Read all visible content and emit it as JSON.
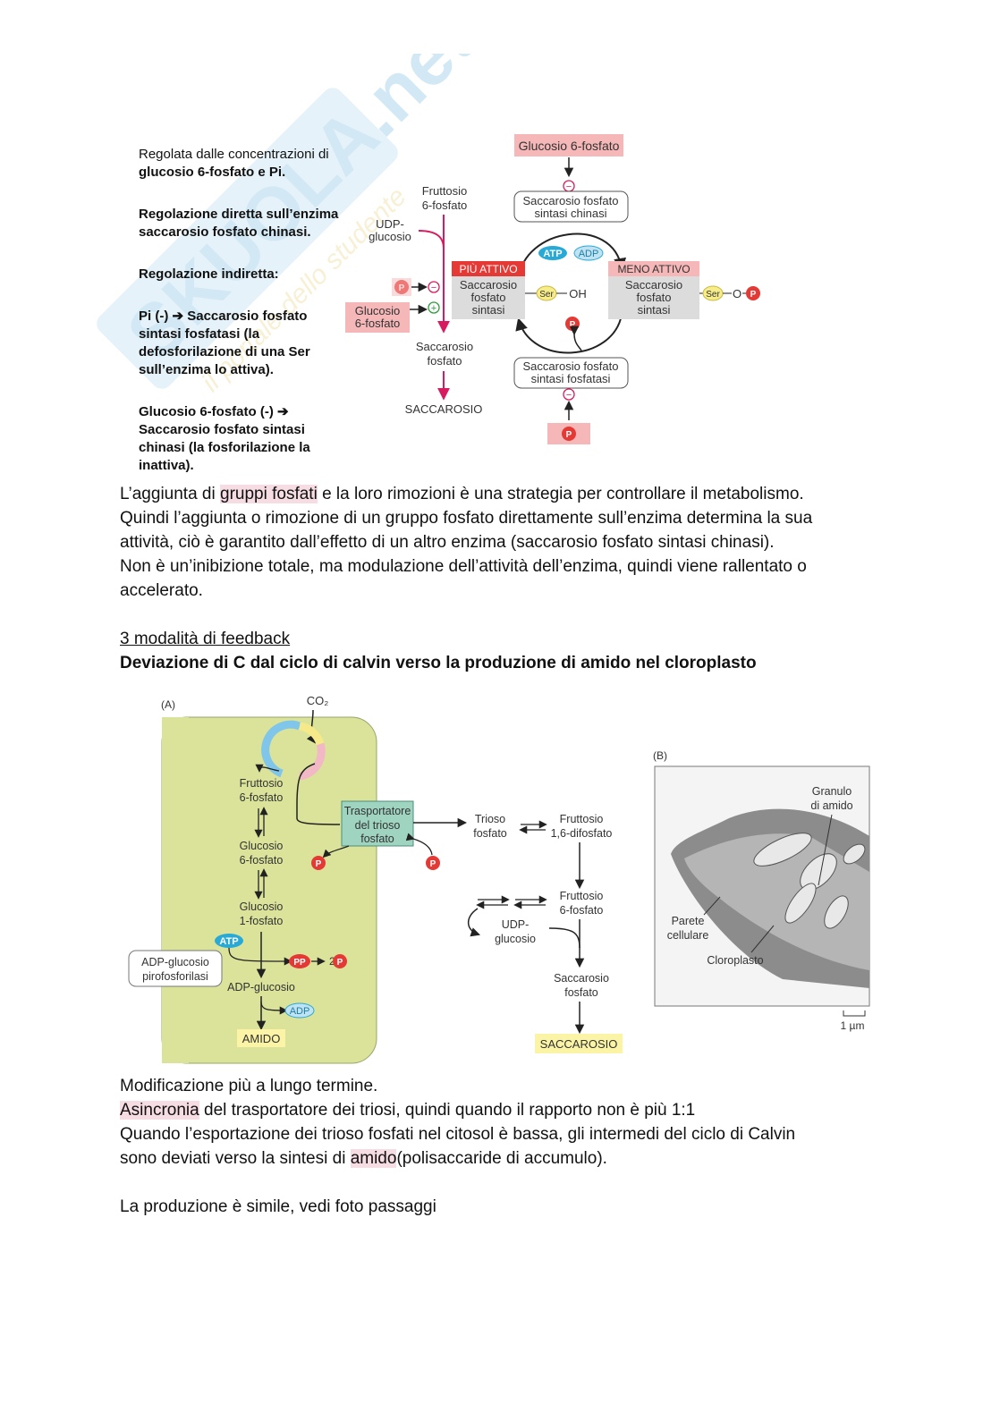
{
  "watermark": {
    "text": "SKUOLA.net",
    "subtext": "il portale dello studente"
  },
  "fig1": {
    "notes": {
      "n1_line1": "Regolata dalle concentrazioni di",
      "n1_line2": "glucosio 6-fosfato e Pi.",
      "n2": "Regolazione diretta sull’enzima saccarosio fosfato chinasi.",
      "n3": "Regolazione indiretta:",
      "n4": "Pi (-) ➔ Saccarosio fosfato sintasi fosfatasi (la defosforilazione di una Ser sull’enzima lo attiva).",
      "n5": "Glucosio 6-fosfato (-) ➔ Saccarosio fosfato sintasi chinasi (la fosforilazione la inattiva)."
    },
    "labels": {
      "glucosio6p_top": "Glucosio 6-fosfato",
      "fruttosio_1": "Fruttosio",
      "fruttosio_2": "6-fosfato",
      "udp_1": "UDP-",
      "udp_2": "glucosio",
      "p": "P",
      "minus": "−",
      "plus": "+",
      "glucosio6p_left_1": "Glucosio",
      "glucosio6p_left_2": "6-fosfato",
      "saccarosio_fosfato_1": "Saccarosio",
      "saccarosio_fosfato_2": "fosfato",
      "saccarosio": "SACCAROSIO",
      "chinasi_1": "Saccarosio fosfato",
      "chinasi_2": "sintasi chinasi",
      "fosfatasi_1": "Saccarosio fosfato",
      "fosfatasi_2": "sintasi fosfatasi",
      "atp": "ATP",
      "adp": "ADP",
      "piu_attivo": "PIÙ ATTIVO",
      "meno_attivo": "MENO ATTIVO",
      "enzyme_1": "Saccarosio",
      "enzyme_2": "fosfato",
      "enzyme_3": "sintasi",
      "ser": "Ser",
      "oh": "OH",
      "o": "O"
    }
  },
  "para1": {
    "l1_a": "L’aggiunta di ",
    "l1_hl": "gruppi fosfati",
    "l1_b": " e la loro rimozioni è una strategia per controllare il metabolismo.",
    "l2": "Quindi l’aggiunta o rimozione di un gruppo fosfato direttamente sull’enzima determina la sua",
    "l3": "attività, ciò è garantito dall’effetto di un altro enzima (saccarosio fosfato sintasi chinasi).",
    "l4": "Non è un’inibizione totale, ma modulazione dell’attività dell’enzima, quindi viene rallentato o",
    "l5": "accelerato."
  },
  "section": {
    "subtitle": "3 modalità di feedback",
    "title": "Deviazione di C dal ciclo di calvin verso la produzione di amido nel cloroplasto"
  },
  "fig2": {
    "a_label": "(A)",
    "co2": "CO₂",
    "fr6p_1": "Fruttosio",
    "fr6p_2": "6-fosfato",
    "gl6p_1": "Glucosio",
    "gl6p_2": "6-fosfato",
    "gl1p_1": "Glucosio",
    "gl1p_2": "1-fosfato",
    "trasp_1": "Trasportatore",
    "trasp_2": "del trioso",
    "trasp_3": "fosfato",
    "p": "P",
    "pp": "PP",
    "two": "2",
    "atp": "ATP",
    "adp": "ADP",
    "pirof_1": "ADP-glucosio",
    "pirof_2": "pirofosforilasi",
    "adpglu": "ADP-glucosio",
    "amido": "AMIDO",
    "trioso_1": "Trioso",
    "trioso_2": "fosfato",
    "fr16_1": "Fruttosio",
    "fr16_2": "1,6-difosfato",
    "fr6p_cyto_1": "Fruttosio",
    "fr6p_cyto_2": "6-fosfato",
    "udpglu_1": "UDP-",
    "udpglu_2": "glucosio",
    "sacf_1": "Saccarosio",
    "sacf_2": "fosfato",
    "saccarosio": "SACCAROSIO",
    "b_label": "(B)",
    "granulo_1": "Granulo",
    "granulo_2": "di amido",
    "parete_1": "Parete",
    "parete_2": "cellulare",
    "cloroplasto": "Cloroplasto",
    "scale": "1 µm"
  },
  "para2": {
    "l1": "Modificazione più a lungo termine.",
    "l2_hl": "Asincronia",
    "l2_b": " del trasportatore dei triosi, quindi quando il rapporto non è più 1:1",
    "l3": "Quando l’esportazione dei trioso fosfati nel citosol è bassa, gli intermedi del ciclo di Calvin",
    "l4_a": "sono deviati verso la sintesi di ",
    "l4_hl": "amido",
    "l4_b": "(polisaccaride di accumulo).",
    "l5": "La produzione è simile, vedi foto passaggi"
  },
  "colors": {
    "highlight": "#f6dde4",
    "magenta": "#d81b60",
    "red": "#e53935",
    "cyan": "#29a9d6",
    "chloroplast": "#dbe39a",
    "yellow": "#fbf3a6"
  }
}
